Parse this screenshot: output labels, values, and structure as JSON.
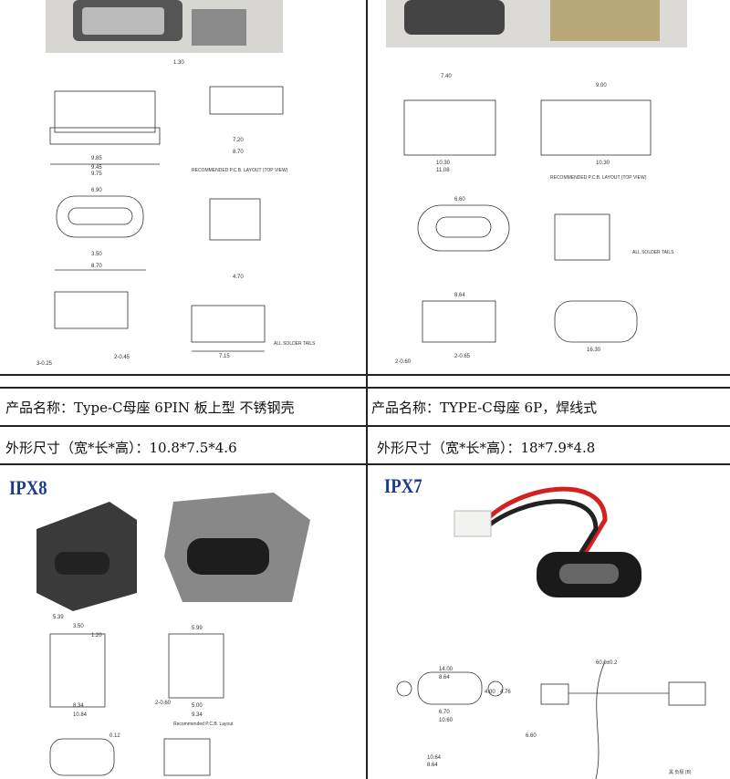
{
  "products": [
    {
      "name_label": "产品名称：Type-C母座 6PIN 板上型 不锈钢壳",
      "size_label": "外形尺寸（宽*长*高）：10.8*7.5*4.6",
      "dims_top": [
        "9.85",
        "9.45",
        "9.75",
        "7.20",
        "8.70",
        "6.90",
        "3.50",
        "8.70",
        "7.15",
        "4.70",
        "1.30",
        "2-0.45",
        "3-0.25"
      ],
      "notes": [
        "RECOMMENDED P.C.B. LAYOUT (TOP VIEW)",
        "ALL SOLDER TAILS"
      ]
    },
    {
      "name_label": "产品名称：TYPE-C母座 6P，焊线式",
      "size_label": "外形尺寸（宽*长*高）：18*7.9*4.8",
      "dims_top": [
        "7.40",
        "10.30",
        "11.08",
        "9.00",
        "10.30",
        "6.60",
        "8.64",
        "16.30",
        "2-0.60",
        "2-0.65"
      ],
      "notes": [
        "RECOMMENDED P.C.B. LAYOUT (TOP VIEW)",
        "ALL SOLDER TAILS"
      ]
    }
  ],
  "bottom": [
    {
      "badge": "IPX8",
      "dims": [
        "5.39",
        "3.50",
        "1.20",
        "8.34",
        "10.84",
        "5.99",
        "5.00",
        "9.34",
        "2-0.60",
        "0.12"
      ],
      "notes": [
        "Recommended P.C.B. Layout"
      ]
    },
    {
      "badge": "IPX7",
      "dims": [
        "14.00",
        "8.64",
        "6.70",
        "10.60",
        "60.0±0.2",
        "4.00",
        "4.76",
        "10.64",
        "8.64",
        "6.60"
      ],
      "notes": [
        "黑 负极 (B)"
      ]
    }
  ]
}
